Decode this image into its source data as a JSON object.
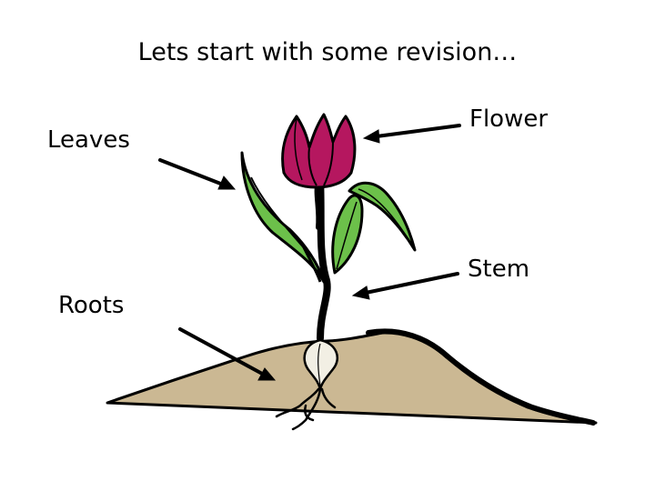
{
  "slide": {
    "title": "Lets start with some revision…",
    "labels": {
      "leaves": "Leaves",
      "roots": "Roots",
      "flower": "Flower",
      "stem": "Stem"
    }
  },
  "colors": {
    "background": "#ffffff",
    "text": "#000000",
    "soil": "#cbb893",
    "flower_petals": "#b5175f",
    "leaves": "#6cc04a",
    "bulb": "#f2efe4",
    "outline": "#000000"
  },
  "icons": [
    "arrow-icon",
    "tulip-illustration"
  ]
}
